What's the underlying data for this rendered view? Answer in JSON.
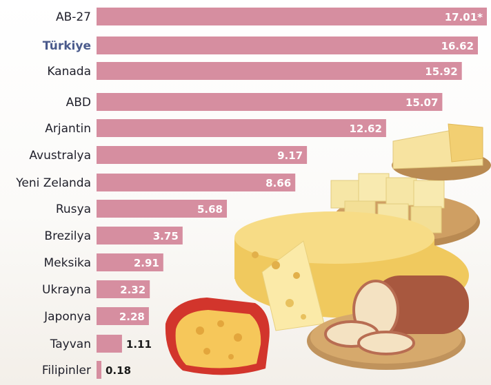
{
  "chart_data": {
    "type": "bar",
    "orientation": "horizontal",
    "categories": [
      "AB-27",
      "Türkiye",
      "Kanada",
      "ABD",
      "Arjantin",
      "Avustralya",
      "Yeni Zelanda",
      "Rusya",
      "Brezilya",
      "Meksika",
      "Ukrayna",
      "Japonya",
      "Tayvan",
      "Filipinler"
    ],
    "value_labels": [
      "17.01*",
      "16.62",
      "15.92",
      "15.07",
      "12.62",
      "9.17",
      "8.66",
      "5.68",
      "3.75",
      "2.91",
      "2.32",
      "2.28",
      "1.11",
      "0.18"
    ],
    "values": [
      17.01,
      16.62,
      15.92,
      15.07,
      12.62,
      9.17,
      8.66,
      5.68,
      3.75,
      2.91,
      2.32,
      2.28,
      1.11,
      0.18
    ],
    "highlight": "Türkiye",
    "xlim": [
      0,
      17.01
    ],
    "grid": false,
    "bar_color": "#d68ea0",
    "highlight_color": "#4a5a8c"
  }
}
